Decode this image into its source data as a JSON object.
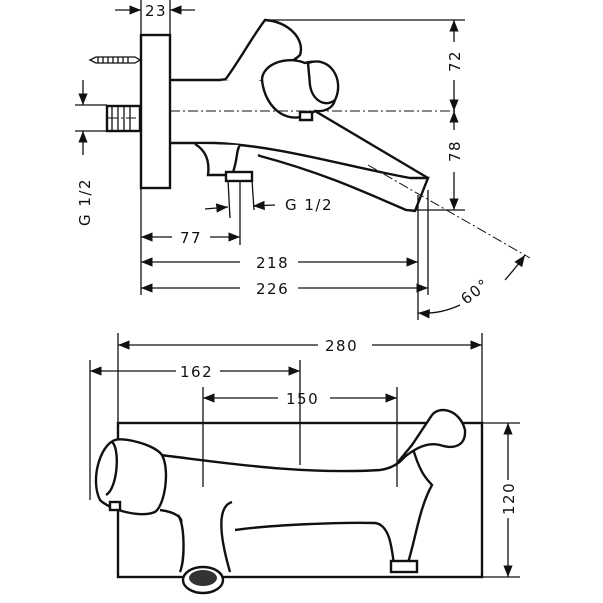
{
  "side_view": {
    "plate_depth": "23",
    "height_above_axis": "72",
    "height_below_axis": "78",
    "wall_thread": "G 1/2",
    "outlet_thread": "G 1/2",
    "outlet_distance": "77",
    "spout_length_inner": "218",
    "spout_length_outer": "226",
    "spout_angle": "60°"
  },
  "top_view": {
    "overall_width": "280",
    "handle_offset": "162",
    "centers": "150",
    "depth": "120"
  }
}
